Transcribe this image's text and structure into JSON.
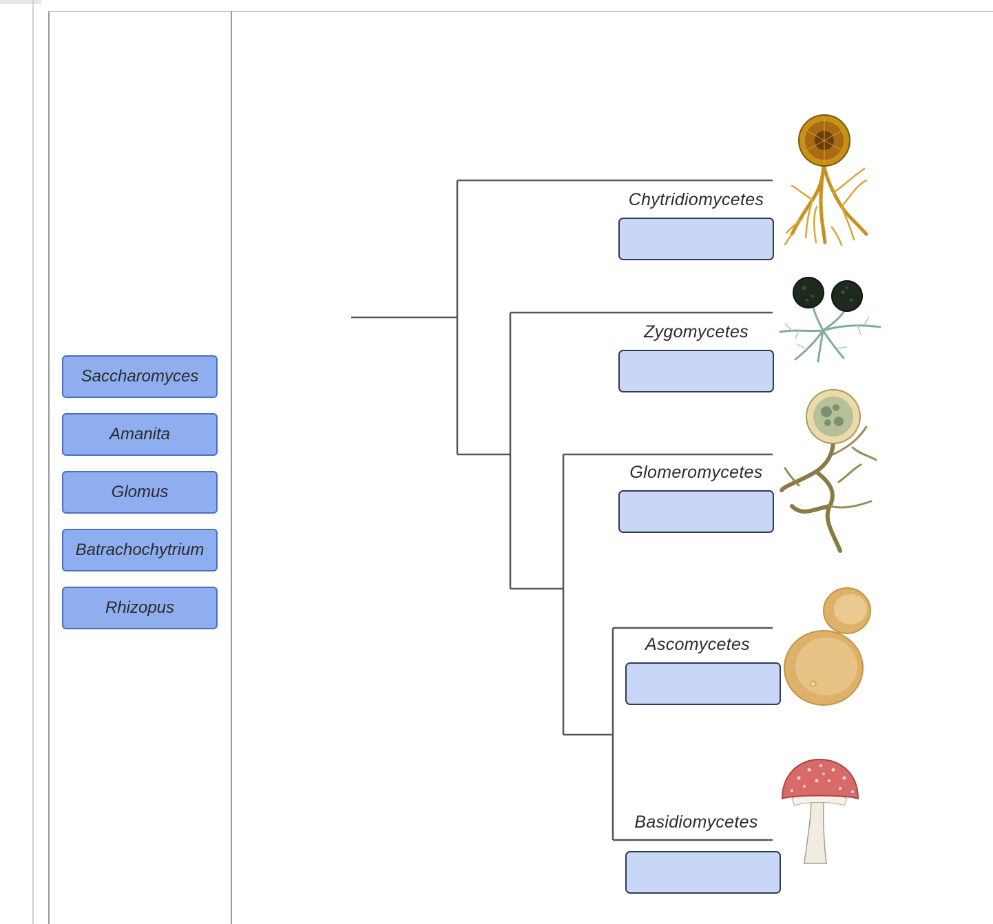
{
  "tokens": [
    {
      "label": "Saccharomyces"
    },
    {
      "label": "Amanita"
    },
    {
      "label": "Glomus"
    },
    {
      "label": "Batrachochytrium"
    },
    {
      "label": "Rhizopus"
    }
  ],
  "clades": [
    {
      "label": "Chytridiomycetes",
      "icon": "chytrid-icon"
    },
    {
      "label": "Zygomycetes",
      "icon": "zygomycete-icon"
    },
    {
      "label": "Glomeromycetes",
      "icon": "glomeromycete-icon"
    },
    {
      "label": "Ascomycetes",
      "icon": "yeast-icon"
    },
    {
      "label": "Basidiomycetes",
      "icon": "mushroom-icon"
    }
  ],
  "colors": {
    "token_fill": "#8eaeef",
    "token_border": "#4a6fc2",
    "drop_fill": "#c8d7f5",
    "drop_border": "#2f3b55",
    "tree_line": "#555555"
  }
}
